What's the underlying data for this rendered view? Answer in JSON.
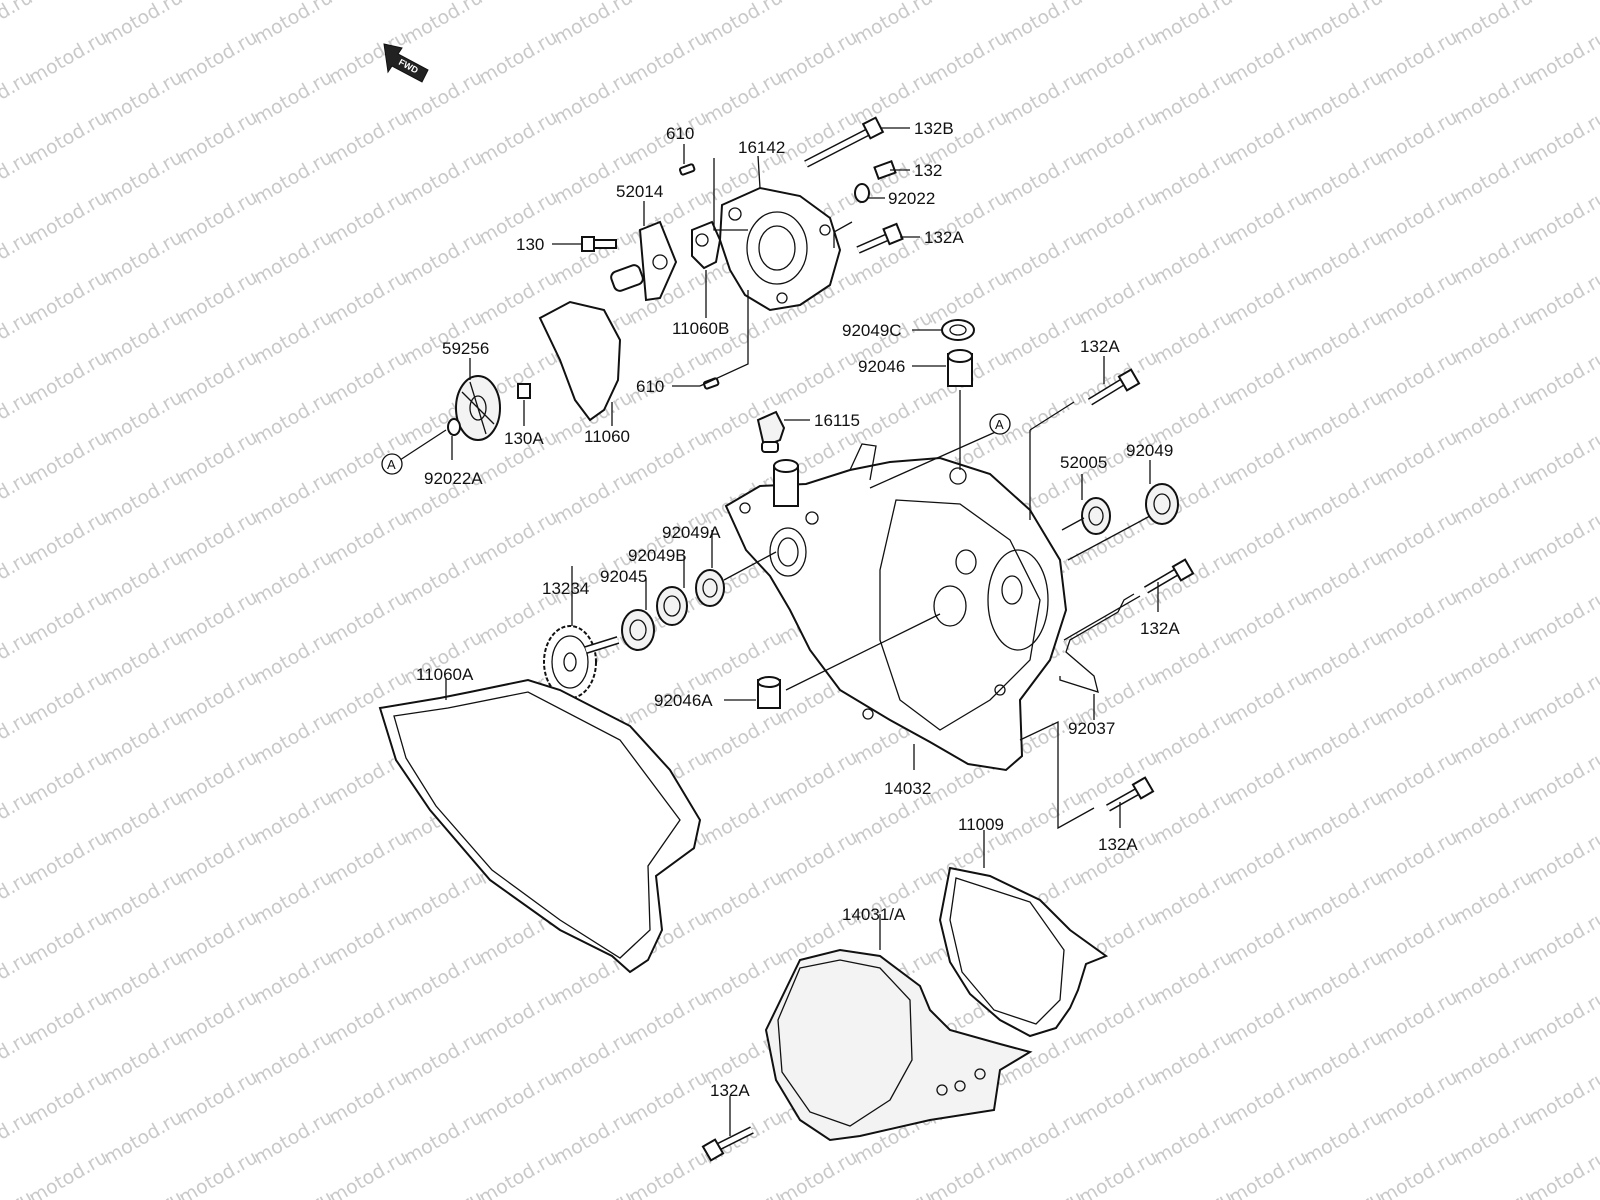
{
  "watermark": "motod.ru",
  "fwd_label": "FWD",
  "ref_marker": "A",
  "parts": {
    "p610_top": "610",
    "p16142": "16142",
    "p132B": "132B",
    "p132": "132",
    "p92022": "92022",
    "p52014": "52014",
    "p130": "130",
    "p132A_top": "132A",
    "p11060B": "11060B",
    "p92049C": "92049C",
    "p92046": "92046",
    "p132A_right": "132A",
    "p59256": "59256",
    "p610_bottom": "610",
    "p16115": "16115",
    "p130A": "130A",
    "p11060": "11060",
    "p92022A": "92022A",
    "p52005": "52005",
    "p92049": "92049",
    "p92049A": "92049A",
    "p92049B": "92049B",
    "p13234": "13234",
    "p92045": "92045",
    "p132A_mid": "132A",
    "p11060A": "11060A",
    "p92046A": "92046A",
    "p92037": "92037",
    "p14032": "14032",
    "p132A_low": "132A",
    "p11009": "11009",
    "p14031A": "14031/A",
    "p132A_bottom": "132A"
  }
}
